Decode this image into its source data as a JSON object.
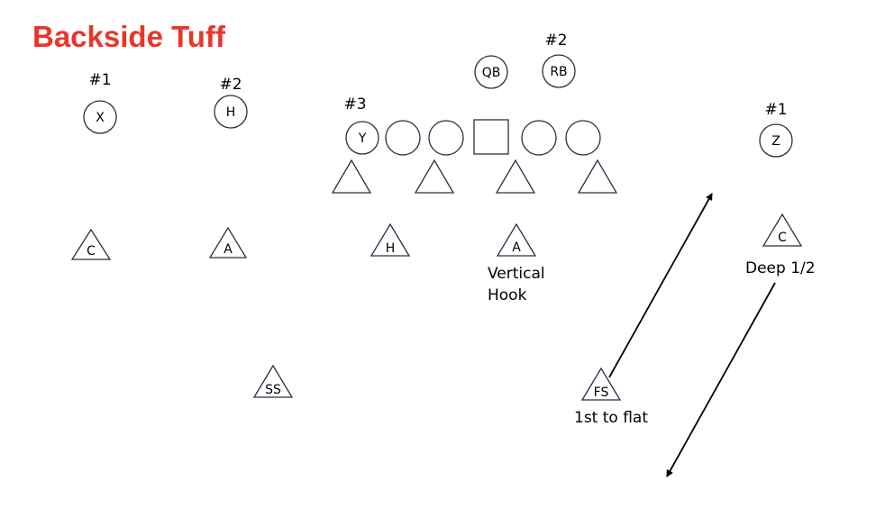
{
  "title": "Backside Tuff",
  "offense": {
    "x": {
      "label": "X",
      "number": "#1"
    },
    "h": {
      "label": "H",
      "number": "#2"
    },
    "y": {
      "label": "Y",
      "number": "#3"
    },
    "qb": {
      "label": "QB"
    },
    "rb": {
      "label": "RB",
      "number": "#2"
    },
    "z": {
      "label": "Z",
      "number": "#1"
    }
  },
  "defense": {
    "left_corner": {
      "label": "C"
    },
    "left_apex": {
      "label": "A"
    },
    "hook_h": {
      "label": "H"
    },
    "right_apex": {
      "label": "A",
      "note_line1": "Vertical",
      "note_line2": "Hook"
    },
    "right_corner": {
      "label": "C",
      "note": "Deep 1/2"
    },
    "strong_safety": {
      "label": "SS"
    },
    "free_safety": {
      "label": "FS",
      "note": "1st to flat"
    }
  }
}
